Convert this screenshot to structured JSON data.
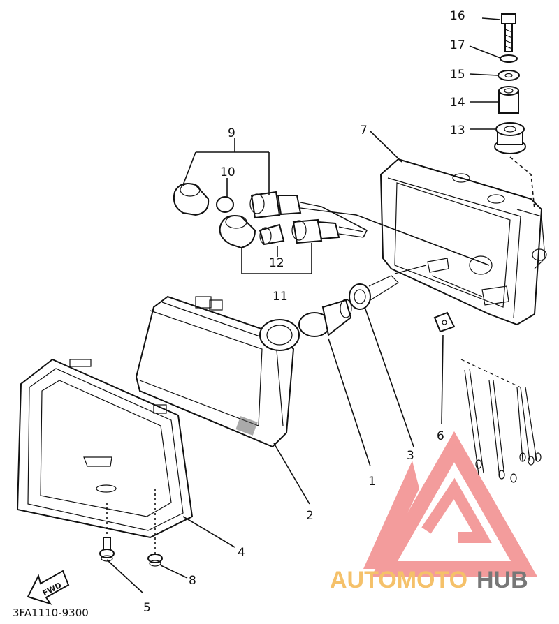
{
  "diagram": {
    "part_numbers": [
      "1",
      "2",
      "3",
      "4",
      "5",
      "6",
      "7",
      "8",
      "9",
      "10",
      "11",
      "12",
      "13",
      "14",
      "15",
      "16",
      "17"
    ],
    "drawing_code": "3FA1110-9300",
    "fwd_label": "FWD"
  },
  "watermark": {
    "text_part1": "AUTOMOTO",
    "text_part2": "HUB",
    "color_primary": "#f28b8b",
    "color_secondary": "#f5c16a",
    "color_tertiary": "#888888"
  }
}
